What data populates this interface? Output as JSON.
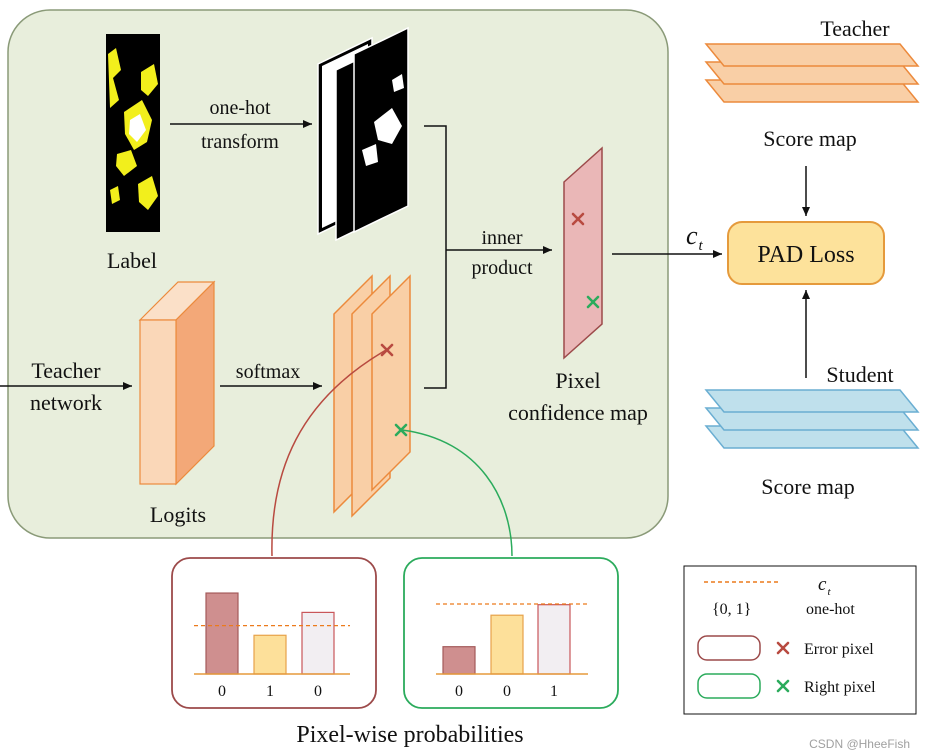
{
  "colors": {
    "panel_fill": "#e8eedc",
    "panel_stroke": "#8a9a78",
    "orange_fill": "#f9cfa6",
    "orange_stroke": "#ec8a3c",
    "logits_front": "#fad7b8",
    "logits_side": "#f3a878",
    "blue_fill": "#bfe0ec",
    "blue_stroke": "#6aaed2",
    "pink_fill": "#eab7b7",
    "pink_stroke": "#9c4a4a",
    "error_red": "#b84a40",
    "right_green": "#2bab5c",
    "bar_rose": "#cf8f8f",
    "bar_yellow": "#fde09a",
    "bar_light": "#f2eef2",
    "pad_fill": "#fde29b",
    "pad_stroke": "#e59a3c",
    "dashed_line": "#ec7a1c"
  },
  "labels": {
    "label_title": "Label",
    "onehot_line1": "one-hot",
    "onehot_line2": "transform",
    "teacher_network_line1": "Teacher",
    "teacher_network_line2": "network",
    "softmax": "softmax",
    "logits": "Logits",
    "inner_line1": "inner",
    "inner_line2": "product",
    "pixel_conf_line1": "Pixel",
    "pixel_conf_line2": "confidence map",
    "ct_main": "c",
    "ct_sub": "t",
    "pad_loss": "PAD Loss",
    "teacher": "Teacher",
    "score_map_teacher": "Score map",
    "student": "Student",
    "score_map_student": "Score map",
    "pixel_wise": "Pixel-wise probabilities",
    "watermark": "CSDN @HheeFish"
  },
  "error_panel": {
    "tick_labels": [
      "0",
      "1",
      "0"
    ],
    "values": [
      0.92,
      0.44,
      0.7
    ],
    "threshold": 0.55
  },
  "right_panel": {
    "tick_labels": [
      "0",
      "0",
      "1"
    ],
    "values": [
      0.39,
      0.84,
      0.99
    ],
    "threshold": 1.0
  },
  "legend": {
    "ct_main": "c",
    "ct_sub": "t",
    "set": "{0,  1}",
    "onehot": "one-hot",
    "error_pixel": "Error pixel",
    "right_pixel": "Right pixel"
  }
}
